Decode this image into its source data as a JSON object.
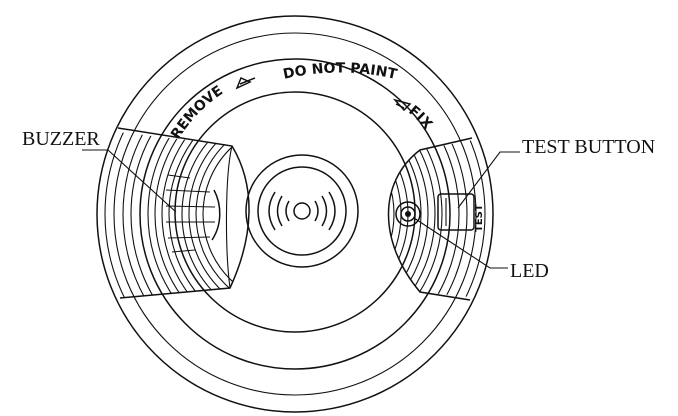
{
  "embossed": {
    "top": "DO NOT PAINT",
    "left": "REMOVE",
    "right": "FIX",
    "test": "TEST"
  },
  "callouts": {
    "buzzer": "BUZZER",
    "test_button": "TEST BUTTON",
    "led": "LED"
  },
  "colors": {
    "line": "#111111",
    "background": "#ffffff"
  }
}
